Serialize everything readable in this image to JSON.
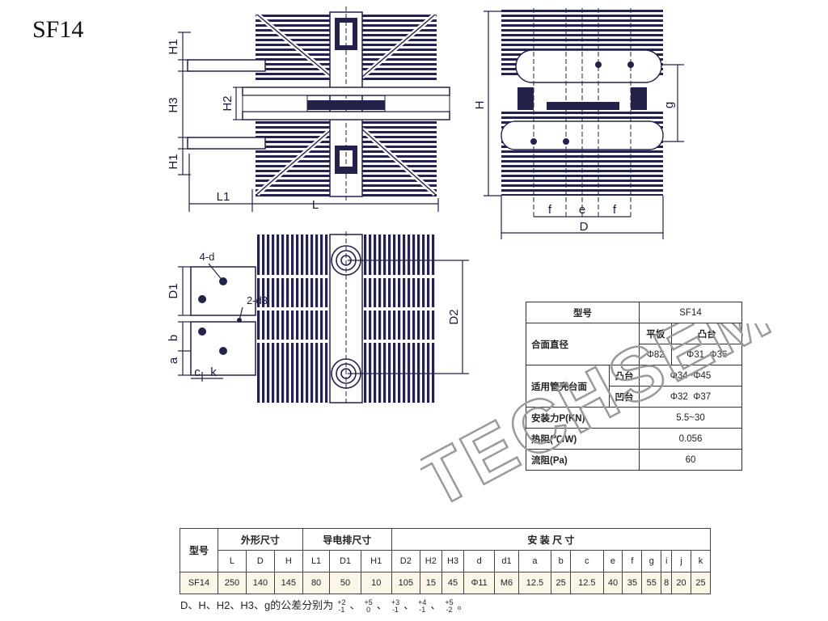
{
  "model_title": "SF14",
  "dims": {
    "H1_top": "H1",
    "H3": "H3",
    "H2": "H2",
    "H1_bottom": "H1",
    "L1": "L1",
    "L": "L",
    "H": "H",
    "g": "g",
    "f_left": "f",
    "e": "e",
    "f_right": "f",
    "D": "D",
    "hole_4d": "4-d",
    "hole_2d3": "2-d3",
    "D1": "D1",
    "D2": "D2",
    "b": "b",
    "a": "a",
    "c": "c",
    "k": "k"
  },
  "spec_table": {
    "model_label": "型号",
    "model_value": "SF14",
    "contact_dia_label": "合面直径",
    "flat_label": "平板",
    "boss_label": "凸台",
    "flat_value": "Φ82",
    "boss_value_1": "Φ31",
    "boss_value_2": "Φ36",
    "tube_label": "适用管壳台面",
    "convex_label": "凸台",
    "convex_value": "Φ34~Φ45",
    "concave_label": "凹台",
    "concave_value_1": "Φ32",
    "concave_value_2": "Φ37",
    "force_label": "安装力P(KN)",
    "force_value": "5.5~30",
    "thermal_label": "热阻(℃/W)",
    "thermal_value": "0.056",
    "flow_label": "流阻(Pa)",
    "flow_value": "60"
  },
  "dims_table": {
    "model_header": "型号",
    "outline_header": "外形尺寸",
    "busbar_header": "导电排尺寸",
    "install_header": "安  装  尺  寸",
    "columns": [
      "L",
      "D",
      "H",
      "L1",
      "D1",
      "H1",
      "D2",
      "H2",
      "H3",
      "d",
      "d1",
      "a",
      "b",
      "c",
      "e",
      "f",
      "g",
      "i",
      "j",
      "k"
    ],
    "row_model": "SF14",
    "values": [
      "250",
      "140",
      "145",
      "80",
      "50",
      "10",
      "105",
      "15",
      "45",
      "Φ11",
      "M6",
      "12.5",
      "25",
      "12.5",
      "40",
      "35",
      "55",
      "8",
      "20",
      "25"
    ]
  },
  "tolerance": {
    "prefix": "D、H、H2、H3、g的公差分别为",
    "pairs": [
      [
        "+2",
        "-1"
      ],
      [
        "+5",
        "0"
      ],
      [
        "+3",
        "-1"
      ],
      [
        "+4",
        "-1"
      ],
      [
        "+5",
        "-2"
      ]
    ],
    "suffix": "。"
  },
  "watermark": "TECHSEM"
}
